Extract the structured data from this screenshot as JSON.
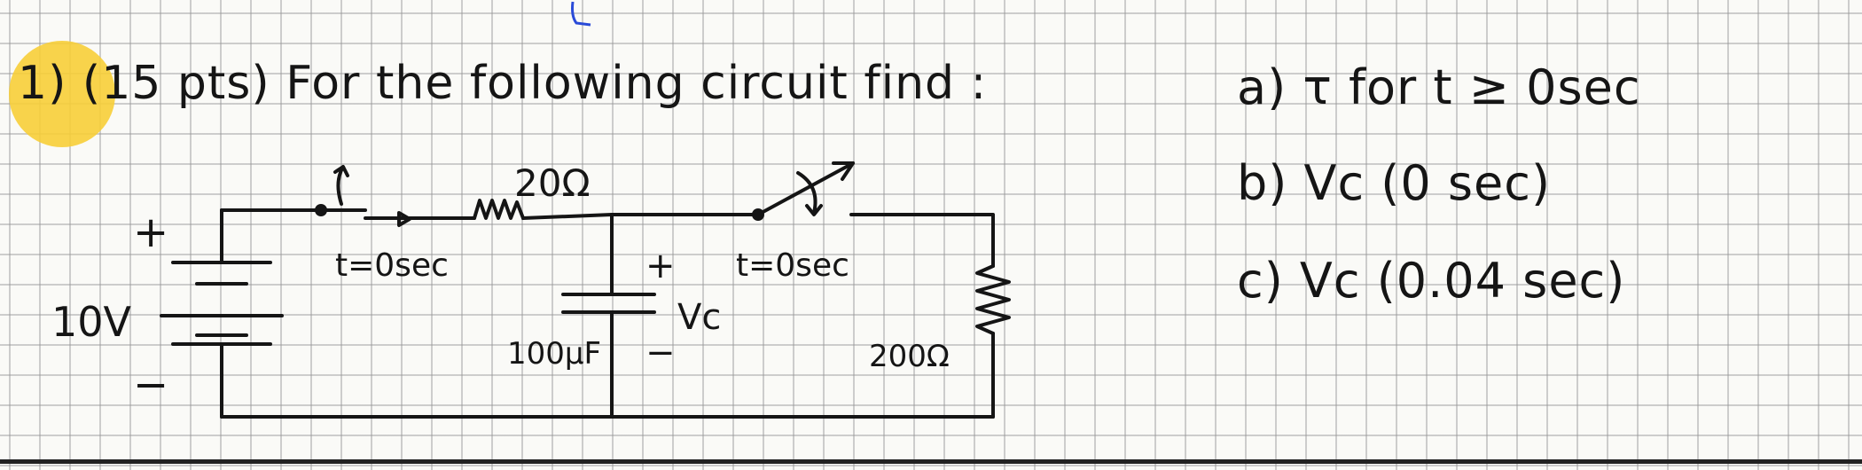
{
  "problem": {
    "title": "1) (15 pts) For the following circuit find :"
  },
  "questions": [
    "a) τ for t ≥ 0sec",
    "b) Vc (0 sec)",
    "c) Vc (0.04 sec)"
  ],
  "circuit": {
    "source_voltage": "10V",
    "source_plus": "+",
    "source_minus": "−",
    "resistor_top": "20Ω",
    "capacitor": "100μF",
    "resistor_right": "200Ω",
    "cap_voltage": "Vc",
    "cap_plus": "+",
    "cap_minus": "−",
    "switch1_label": "t=0sec",
    "switch2_label": "t=0sec"
  },
  "colors": {
    "highlight": "#f7ce37",
    "ink": "#151515",
    "grid": "#969696"
  }
}
